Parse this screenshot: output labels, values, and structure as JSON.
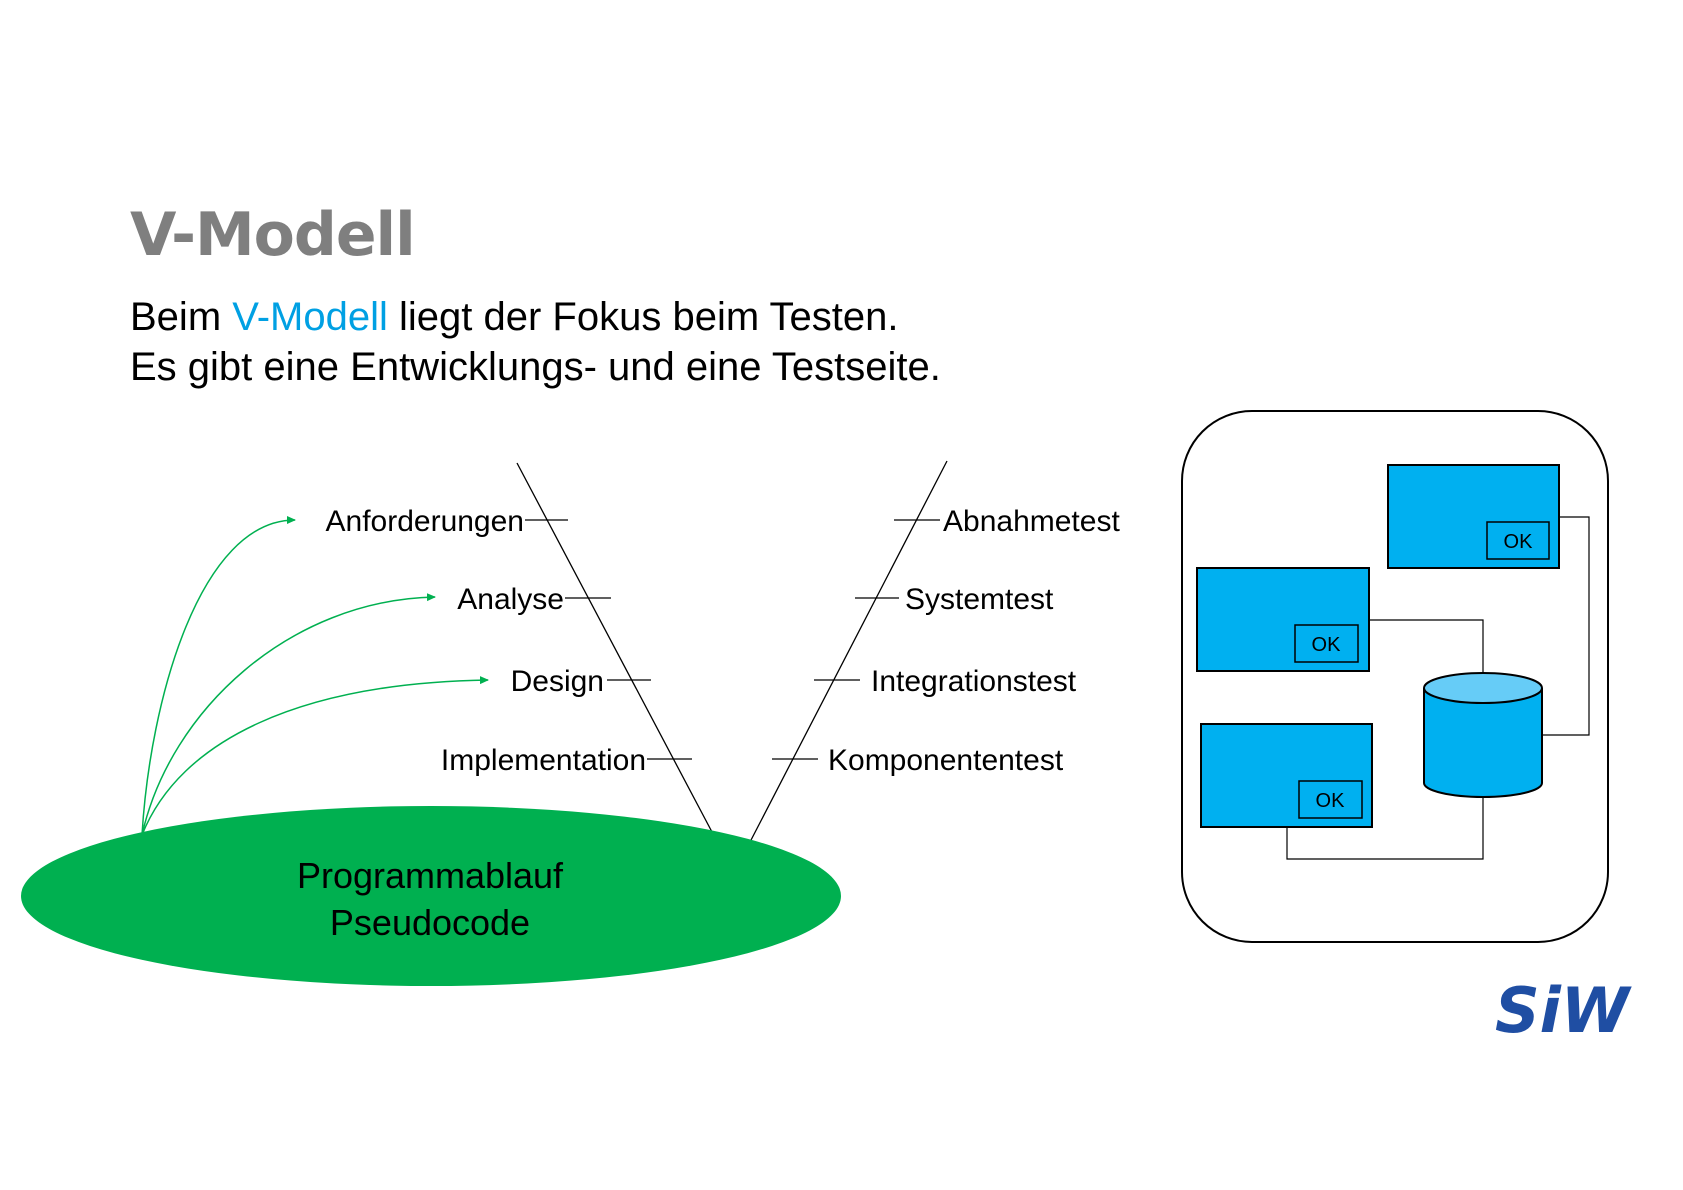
{
  "title": "V-Modell",
  "intro": {
    "line1_before": "Beim ",
    "line1_highlight": "V-Modell",
    "line1_after": " liegt der Fokus beim Testen.",
    "line2": "Es gibt eine Entwicklungs- und eine Testseite."
  },
  "development_side": [
    "Anforderungen",
    "Analyse",
    "Design",
    "Implementation"
  ],
  "test_side": [
    "Abnahmetest",
    "Systemtest",
    "Integrationstest",
    "Komponententest"
  ],
  "base": {
    "line1": "Programmablauf",
    "line2": "Pseudocode"
  },
  "system_panel": {
    "ok_labels": [
      "OK",
      "OK",
      "OK"
    ]
  },
  "logo": "SiW",
  "colors": {
    "title": "#7f7f7f",
    "highlight": "#00a0e3",
    "oval": "#00b050",
    "box": "#00b0f0",
    "cylinder_top": "#66ccf7",
    "logo": "#1f4ea3"
  }
}
